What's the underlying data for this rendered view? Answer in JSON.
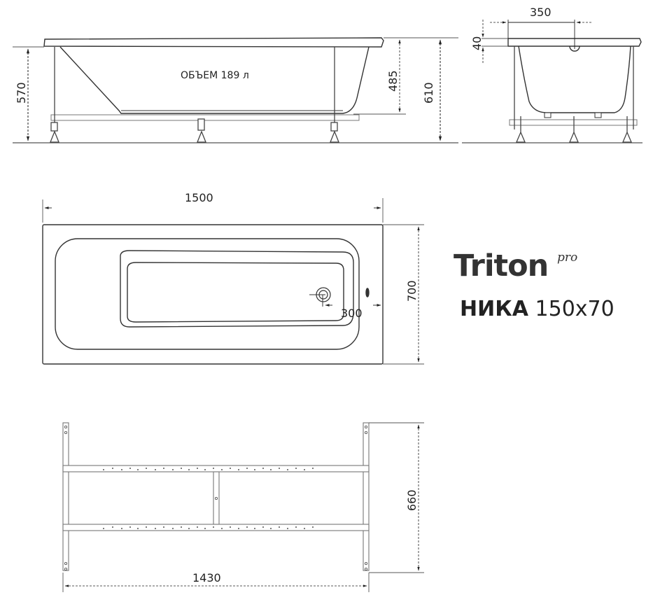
{
  "brand": {
    "name": "Triton",
    "superscript": "pro"
  },
  "model": {
    "name": "НИКА",
    "size": "150x70"
  },
  "side_view": {
    "volume_label": "ОБЪЕМ 189 л",
    "dims": {
      "height_to_rim_left": "570",
      "depth": "485",
      "total_height": "610"
    }
  },
  "end_view": {
    "dims": {
      "overflow_offset": "350",
      "rim_thickness": "40"
    }
  },
  "top_view": {
    "dims": {
      "length": "1500",
      "width": "700",
      "drain_offset": "300"
    }
  },
  "frame_view": {
    "dims": {
      "frame_length": "1430",
      "frame_width": "660"
    }
  },
  "colors": {
    "line": "#333333",
    "frame": "#777777",
    "text": "#222222",
    "background": "#ffffff"
  }
}
